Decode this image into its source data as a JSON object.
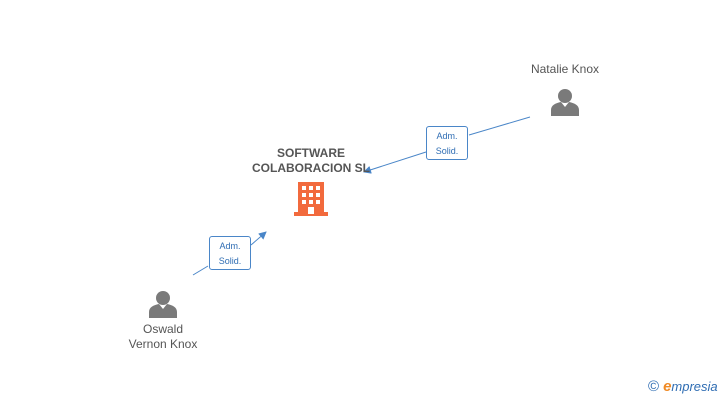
{
  "company": {
    "name_line1": "SOFTWARE",
    "name_line2": "COLABORACION SL",
    "icon": "building-icon",
    "color": "#f26a3d"
  },
  "people": [
    {
      "name_line1": "Natalie Knox",
      "icon": "person-icon"
    },
    {
      "name_line1": "Oswald",
      "name_line2": "Vernon Knox",
      "icon": "person-icon"
    }
  ],
  "relations": [
    {
      "line1": "Adm.",
      "line2": "Solid."
    },
    {
      "line1": "Adm.",
      "line2": "Solid."
    }
  ],
  "colors": {
    "edge": "#4a86c8",
    "person": "#7a7a7a",
    "label": "#555555"
  },
  "watermark": {
    "copyright": "©",
    "brand_first": "e",
    "brand_rest": "mpresia"
  }
}
